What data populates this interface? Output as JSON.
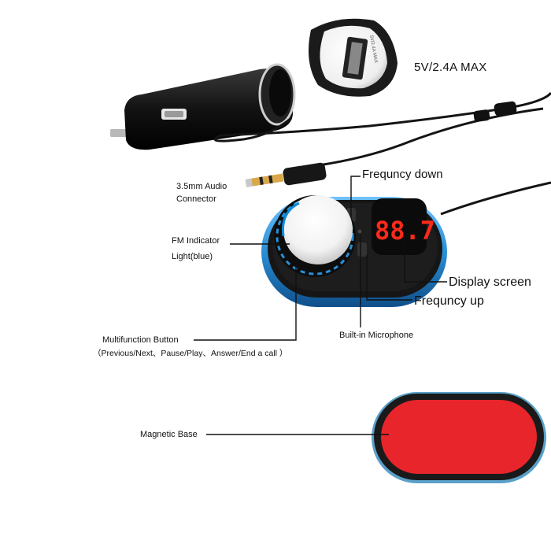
{
  "labels": {
    "usb_rating": "5V/2.4A MAX",
    "usb_port_text": "5V/2.4A MAX",
    "audio_connector_line1": "3.5mm Audio",
    "audio_connector_line2": "Connector",
    "freq_down": "Frequncy down",
    "fm_indicator_line1": "FM Indicator",
    "fm_indicator_line2": "Light(blue)",
    "display_screen": "Display screen",
    "freq_up": "Frequncy up",
    "builtin_mic": "Built-in Microphone",
    "multifunction_line1": "Multifunction Button",
    "multifunction_line2": "（Previous/Next、Pause/Play、Answer/End a call ）",
    "magnetic_base": "Magnetic Base",
    "display_digits": "88.7"
  },
  "colors": {
    "charger_body": "#151515",
    "device_ring": "#2a8fd6",
    "device_body": "#1a1a1a",
    "led_red": "#ff2a1a",
    "base_red": "#e8252b",
    "base_rim": "#1a1a1a",
    "base_glow": "#3aa0e0"
  }
}
